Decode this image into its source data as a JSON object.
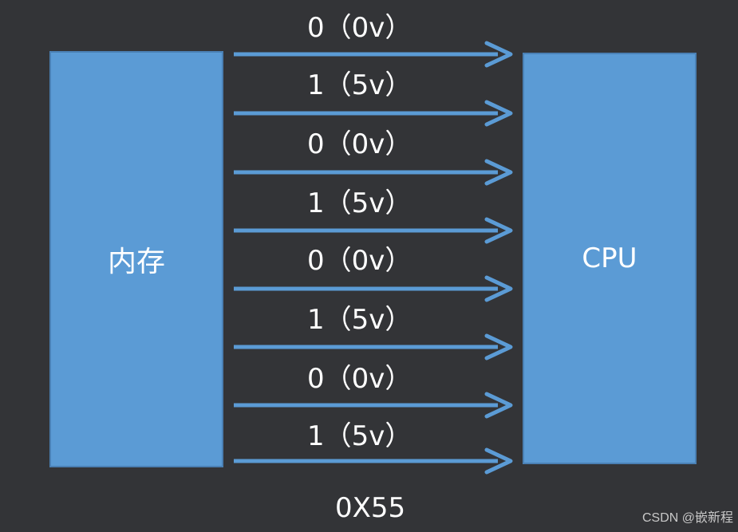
{
  "memory_label": "内存",
  "cpu_label": "CPU",
  "hex_value": "0X55",
  "bits": [
    {
      "text": "0（0v）"
    },
    {
      "text": "1（5v）"
    },
    {
      "text": "0（0v）"
    },
    {
      "text": "1（5v）"
    },
    {
      "text": "0（0v）"
    },
    {
      "text": "1（5v）"
    },
    {
      "text": "0（0v）"
    },
    {
      "text": "1（5v）"
    }
  ],
  "watermark": "CSDN @嵌新程",
  "colors": {
    "background": "#333437",
    "box_fill": "#5b9bd5",
    "arrow": "#5b9bd5",
    "text": "#ffffff"
  }
}
